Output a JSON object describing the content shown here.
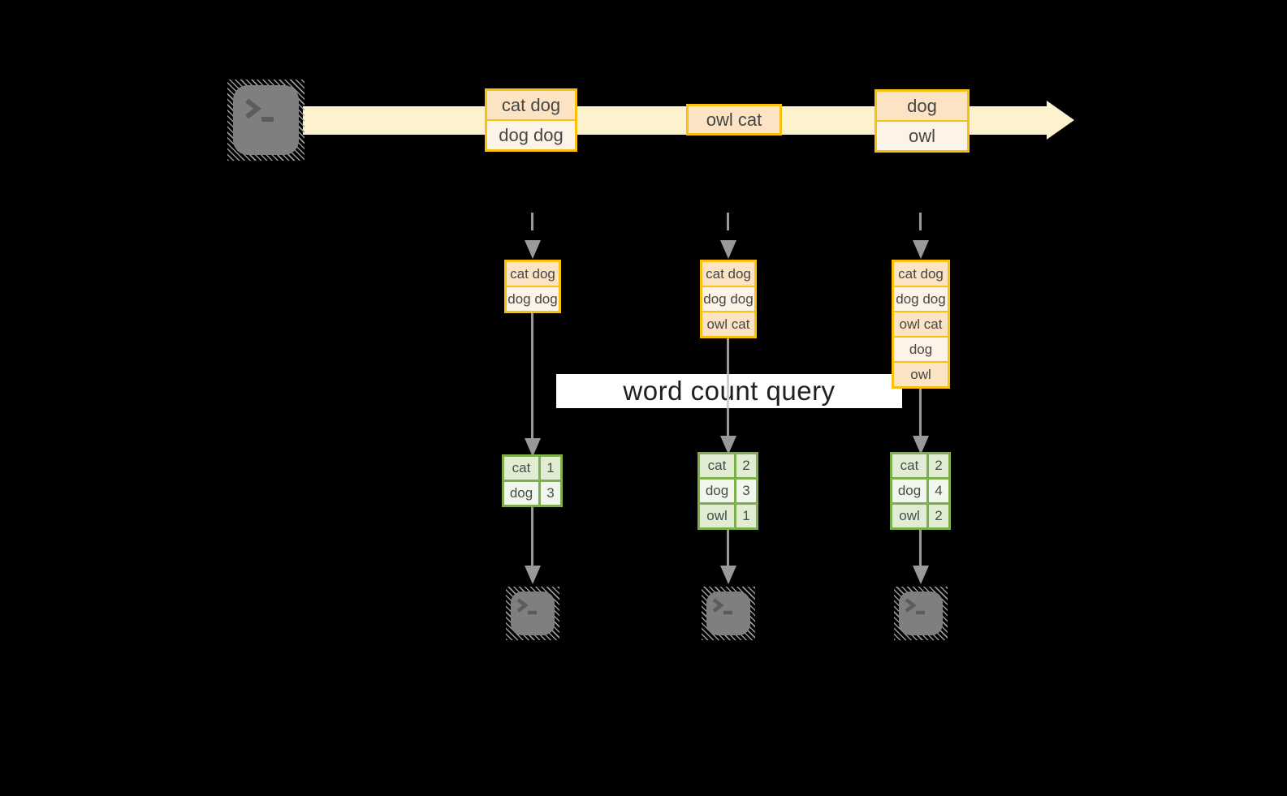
{
  "diagram": {
    "title_hidden": "",
    "query": {
      "label": "word count query"
    },
    "columns": [
      {
        "message_cells": [
          "cat dog",
          "dog dog"
        ],
        "stack_cells": [
          "cat dog",
          "dog dog"
        ],
        "count_rows": [
          {
            "word": "cat",
            "count": "1"
          },
          {
            "word": "dog",
            "count": "3"
          }
        ]
      },
      {
        "message_cells": [
          "owl cat"
        ],
        "stack_cells": [
          "cat dog",
          "dog dog",
          "owl cat"
        ],
        "count_rows": [
          {
            "word": "cat",
            "count": "2"
          },
          {
            "word": "dog",
            "count": "3"
          },
          {
            "word": "owl",
            "count": "1"
          }
        ]
      },
      {
        "message_cells": [
          "dog",
          "owl"
        ],
        "stack_cells": [
          "cat dog",
          "dog dog",
          "owl cat",
          "dog",
          "owl"
        ],
        "count_rows": [
          {
            "word": "cat",
            "count": "2"
          },
          {
            "word": "dog",
            "count": "4"
          },
          {
            "word": "owl",
            "count": "2"
          }
        ]
      }
    ]
  },
  "colors": {
    "amber_border": "#FBBF0D",
    "cell_dark": "#FBE3C3",
    "cell_light": "#FDF3E6",
    "band": "#FCF2CE",
    "green_border": "#7DB04A",
    "green_row_dark": "#E0EDD2",
    "green_row_light": "#F2F7ED",
    "arrow_gray": "#999999",
    "ink": "#464646"
  }
}
